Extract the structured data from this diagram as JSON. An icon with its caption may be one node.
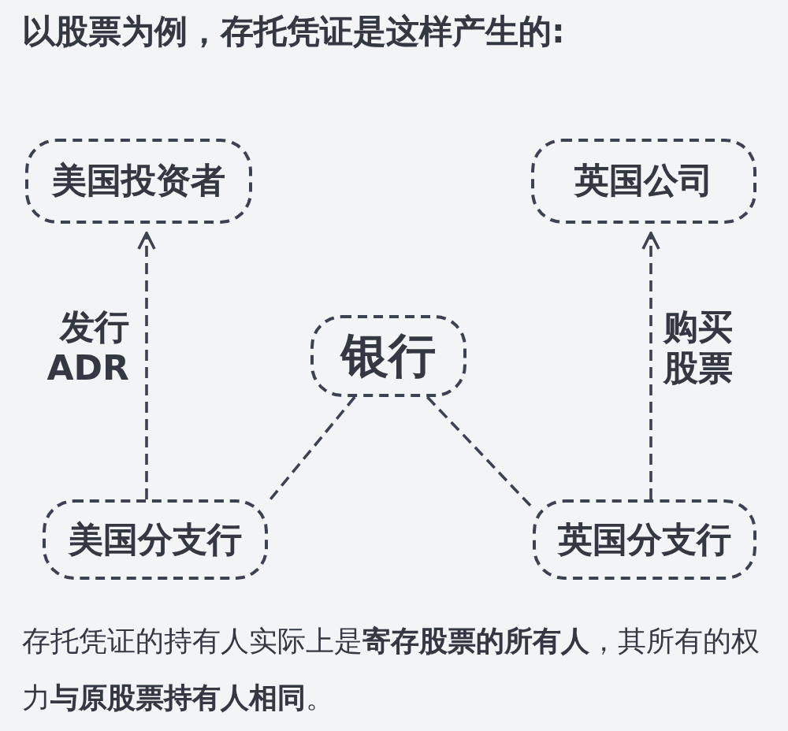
{
  "diagram": {
    "title": "以股票为例，存托凭证是这样产生的:",
    "nodes": [
      {
        "text": [
          "美国投资者"
        ]
      },
      {
        "text": [
          "英国公司"
        ]
      },
      {
        "text": [
          "银行"
        ]
      },
      {
        "text": [
          "美国分支行"
        ]
      },
      {
        "text": [
          "英国分支行"
        ]
      }
    ],
    "edges": [
      {
        "from": 3,
        "to": 0,
        "arrow": "to",
        "style": "dashed",
        "label": "发行 ADR"
      },
      {
        "from": 4,
        "to": 1,
        "arrow": "to",
        "style": "dashed",
        "label": "购买股票"
      },
      {
        "from": 2,
        "to": 3,
        "arrow": "none",
        "style": "dashed"
      },
      {
        "from": 2,
        "to": 4,
        "arrow": "none",
        "style": "dashed"
      }
    ],
    "caption": "存托凭证的持有人实际上是**寄存股票的所有人**，其所有的权力**与原股票持有人相同**。"
  }
}
